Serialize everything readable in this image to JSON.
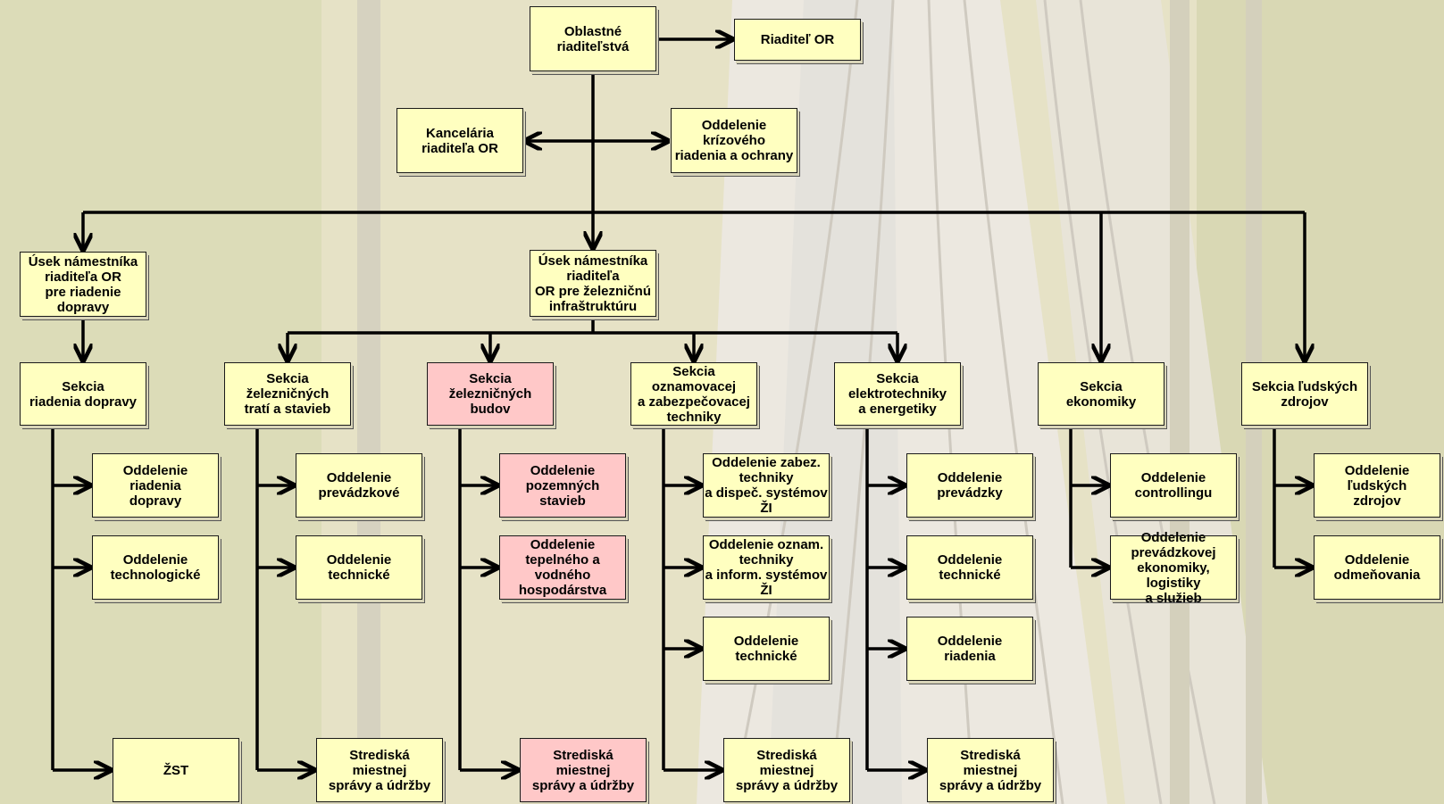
{
  "colors": {
    "box_fill": "#ffffc0",
    "box_fill_highlight": "#ffc8c8",
    "connector": "#000000"
  },
  "nodes": {
    "oblastne": "Oblastné\nriaditeľstvá",
    "riaditel": "Riaditeľ OR",
    "kancelaria": "Kancelária\nriaditeľa OR",
    "krizove": "Oddelenie krízového\nriadenia a ochrany",
    "usek_doprava": "Úsek námestníka\nriaditeľa OR\npre riadenie dopravy",
    "usek_infra": "Úsek námestníka riaditeľa\nOR pre železničnú\ninfraštruktúru",
    "sekcia_doprava": "Sekcia\nriadenia dopravy",
    "sekcia_trate": "Sekcia\nželezničných\ntratí a stavieb",
    "sekcia_budovy": "Sekcia\nželezničných\nbudov",
    "sekcia_oznam": "Sekcia oznamovacej\na zabezpečovacej\ntechniky",
    "sekcia_elektro": "Sekcia\nelektrotechniky\na energetiky",
    "sekcia_ekonomika": "Sekcia\nekonomiky",
    "sekcia_ludske": "Sekcia ľudských\nzdrojov",
    "odd_riadenia_dopravy": "Oddelenie\nriadenia\ndopravy",
    "odd_technologicke": "Oddelenie\ntechnologické",
    "zst": "ŽST",
    "odd_prevadzkove": "Oddelenie\nprevádzkové",
    "odd_technicke_trate": "Oddelenie\ntechnické",
    "sms_trate": "Strediská\nmiestnej\nsprávy a údržby",
    "odd_pozemnych": "Oddelenie\npozemných\nstavieb",
    "odd_tepelneho": "Oddelenie\ntepelného a vodného\nhospodárstva",
    "sms_budovy": "Strediská\nmiestnej\nsprávy a údržby",
    "odd_zabez": "Oddelenie zabez.\ntechniky\na dispeč. systémov ŽI",
    "odd_oznam": "Oddelenie oznam.\ntechniky\na inform. systémov ŽI",
    "odd_technicke_oznam": "Oddelenie\ntechnické",
    "sms_oznam": "Strediská\nmiestnej\nsprávy a údržby",
    "odd_prevadzky": "Oddelenie\nprevádzky",
    "odd_technicke_elektro": "Oddelenie\ntechnické",
    "odd_riadenia": "Oddelenie\nriadenia",
    "sms_elektro": "Strediská\nmiestnej\nsprávy a údržby",
    "odd_controllingu": "Oddelenie\ncontrollingu",
    "odd_prevadzkovej_ekonomiky": "Oddelenie\nprevádzkovej\nekonomiky, logistiky\na služieb",
    "odd_ludskych_zdrojov": "Oddelenie\nľudských\nzdrojov",
    "odd_odmenovania": "Oddelenie\nodmeňovania"
  }
}
